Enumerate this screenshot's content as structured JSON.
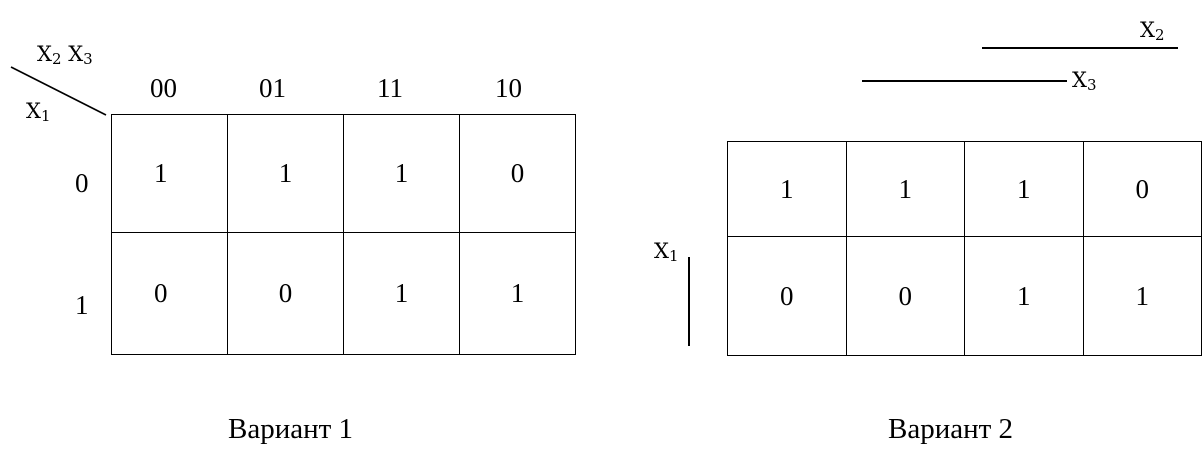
{
  "variant1": {
    "caption": "Вариант 1",
    "col_var_label": {
      "a": "X",
      "a_sub": "2",
      "b": "X",
      "b_sub": "3"
    },
    "row_var_label": {
      "a": "X",
      "a_sub": "1"
    },
    "col_headers": [
      "00",
      "01",
      "11",
      "10"
    ],
    "row_headers": [
      "0",
      "1"
    ],
    "cells": [
      [
        "1",
        "1",
        "1",
        "0"
      ],
      [
        "0",
        "0",
        "1",
        "1"
      ]
    ]
  },
  "variant2": {
    "caption": "Вариант 2",
    "x2_label": {
      "a": "X",
      "a_sub": "2"
    },
    "x3_label": {
      "a": "X",
      "a_sub": "3"
    },
    "x1_label": {
      "a": "X",
      "a_sub": "1"
    },
    "cells": [
      [
        "1",
        "1",
        "1",
        "0"
      ],
      [
        "0",
        "0",
        "1",
        "1"
      ]
    ]
  }
}
